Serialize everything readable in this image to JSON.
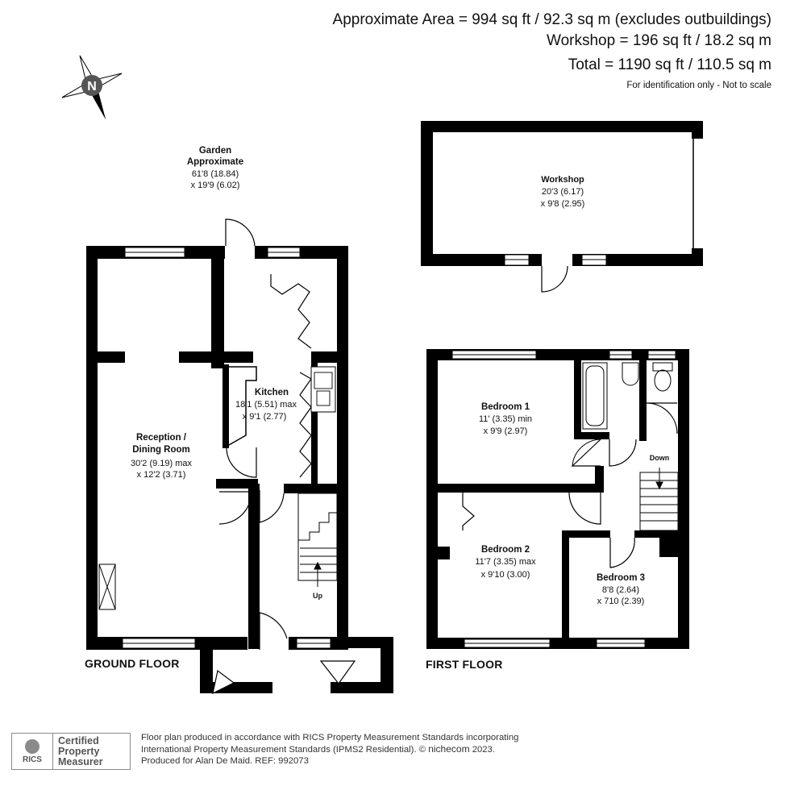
{
  "areas": {
    "line1": "Approximate Area = 994 sq ft / 92.3 sq m (excludes outbuildings)",
    "line2": "Workshop = 196 sq ft / 18.2 sq m",
    "line3": "Total = 1190 sq ft / 110.5 sq m",
    "note": "For identification only - Not to scale"
  },
  "compass": {
    "letter": "N"
  },
  "garden": {
    "name1": "Garden",
    "name2": "Approximate",
    "dim1": "61'8 (18.84)",
    "dim2": "x 19'9 (6.02)"
  },
  "rooms": {
    "workshop": {
      "name": "Workshop",
      "dim1": "20'3 (6.17)",
      "dim2": "x 9'8 (2.95)"
    },
    "kitchen": {
      "name": "Kitchen",
      "dim1": "18'1 (5.51) max",
      "dim2": "x 9'1 (2.77)"
    },
    "reception": {
      "name1": "Reception /",
      "name2": "Dining Room",
      "dim1": "30'2 (9.19) max",
      "dim2": "x 12'2 (3.71)"
    },
    "bedroom1": {
      "name": "Bedroom 1",
      "dim1": "11' (3.35) min",
      "dim2": "x 9'9 (2.97)"
    },
    "bedroom2": {
      "name": "Bedroom 2",
      "dim1": "11'7 (3.35) max",
      "dim2": "x 9'10 (3.00)"
    },
    "bedroom3": {
      "name": "Bedroom 3",
      "dim1": "8'8 (2.64)",
      "dim2": "x 710 (2.39)"
    }
  },
  "stairs": {
    "up": "Up",
    "down": "Down"
  },
  "floors": {
    "ground": "GROUND FLOOR",
    "first": "FIRST FLOOR"
  },
  "logo": {
    "mark": "RICS",
    "line1": "Certified",
    "line2": "Property",
    "line3": "Measurer"
  },
  "footer": {
    "line1": "Floor plan produced in accordance with RICS Property Measurement Standards incorporating",
    "line2a": "International Property Measurement Standards (IPMS2 Residential).",
    "line2b": "©",
    "line2c": "nichecom",
    "line2d": "2023.",
    "line3": "Produced for Alan De Maid.   REF: 992073"
  },
  "colors": {
    "wall": "#000000",
    "text": "#111111",
    "footer": "#333333",
    "logo": "#8a8a8a"
  }
}
